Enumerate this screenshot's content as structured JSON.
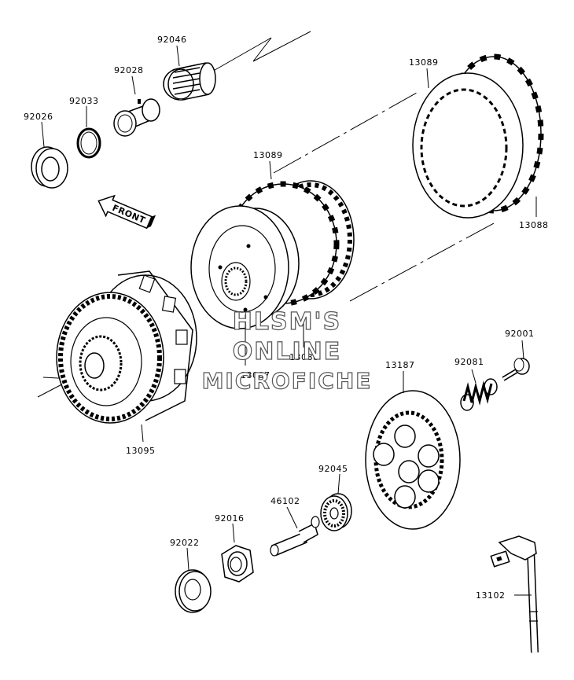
{
  "part_numbers": {
    "p92046": "92046",
    "p92028": "92028",
    "p92033": "92033",
    "p92026": "92026",
    "p13089a": "13089",
    "p13089b": "13089",
    "p13088a": "13088",
    "p13088b": "13088",
    "p13087": "13087",
    "p13095": "13095",
    "p92001": "92001",
    "p13187": "13187",
    "p92081": "92081",
    "p92045": "92045",
    "p46102": "46102",
    "p92016": "92016",
    "p92022": "92022",
    "p13102": "13102"
  },
  "front_arrow": {
    "label": "FRONT"
  },
  "watermark": {
    "line1": "HLSM'S",
    "line2": "ONLINE",
    "line3": "MICROFICHE"
  },
  "colors": {
    "line": "#000000",
    "watermark_outline": "#555555"
  }
}
